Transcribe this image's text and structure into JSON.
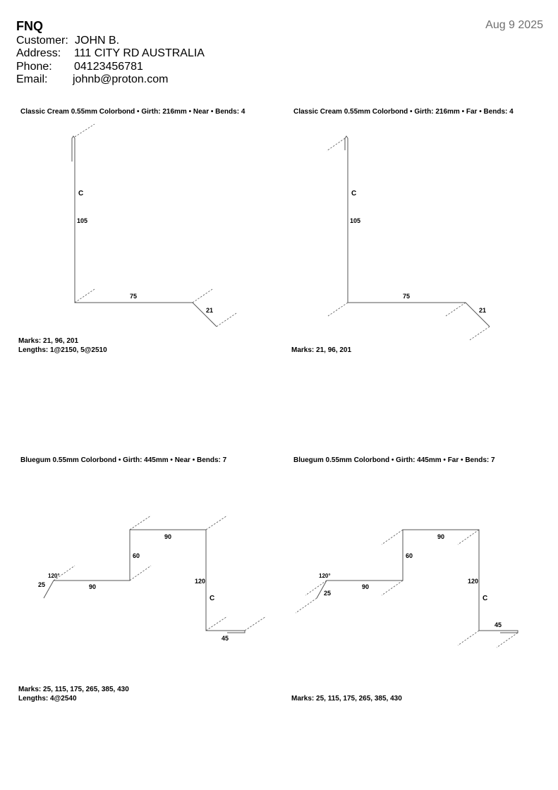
{
  "header": {
    "company": "FNQ",
    "date": "Aug 9 2025",
    "customer_label": "Customer:",
    "customer": "JOHN B.",
    "address_label": "Address:",
    "address": "111 CITY RD AUSTRALIA",
    "phone_label": "Phone:",
    "phone": "04123456781",
    "email_label": "Email:",
    "email": "johnb@proton.com"
  },
  "profiles": [
    {
      "title": "Classic Cream  0.55mm Colorbond  • Girth: 216mm •  Near • Bends: 4",
      "color_marker": "C",
      "dims": [
        "105",
        "75",
        "21"
      ],
      "marks": "Marks: 21, 96, 201",
      "lengths": "Lengths: 1@2150, 5@2510"
    },
    {
      "title": "Classic Cream  0.55mm Colorbond  • Girth: 216mm •  Far • Bends: 4",
      "color_marker": "C",
      "dims": [
        "105",
        "75",
        "21"
      ],
      "marks": "Marks: 21, 96, 201",
      "lengths": ""
    },
    {
      "title": "Bluegum 0.55mm Colorbond  • Girth: 445mm •  Near • Bends: 7",
      "color_marker": "C",
      "angle": "120°",
      "dims": [
        "25",
        "90",
        "60",
        "90",
        "120",
        "45"
      ],
      "marks": "Marks: 25, 115, 175, 265, 385, 430",
      "lengths": "Lengths: 4@2540"
    },
    {
      "title": "Bluegum 0.55mm Colorbond  • Girth: 445mm •  Far • Bends: 7",
      "color_marker": "C",
      "angle": "120°",
      "dims": [
        "25",
        "90",
        "60",
        "90",
        "120",
        "45"
      ],
      "marks": "Marks: 25, 115, 175, 265, 385, 430",
      "lengths": ""
    }
  ]
}
